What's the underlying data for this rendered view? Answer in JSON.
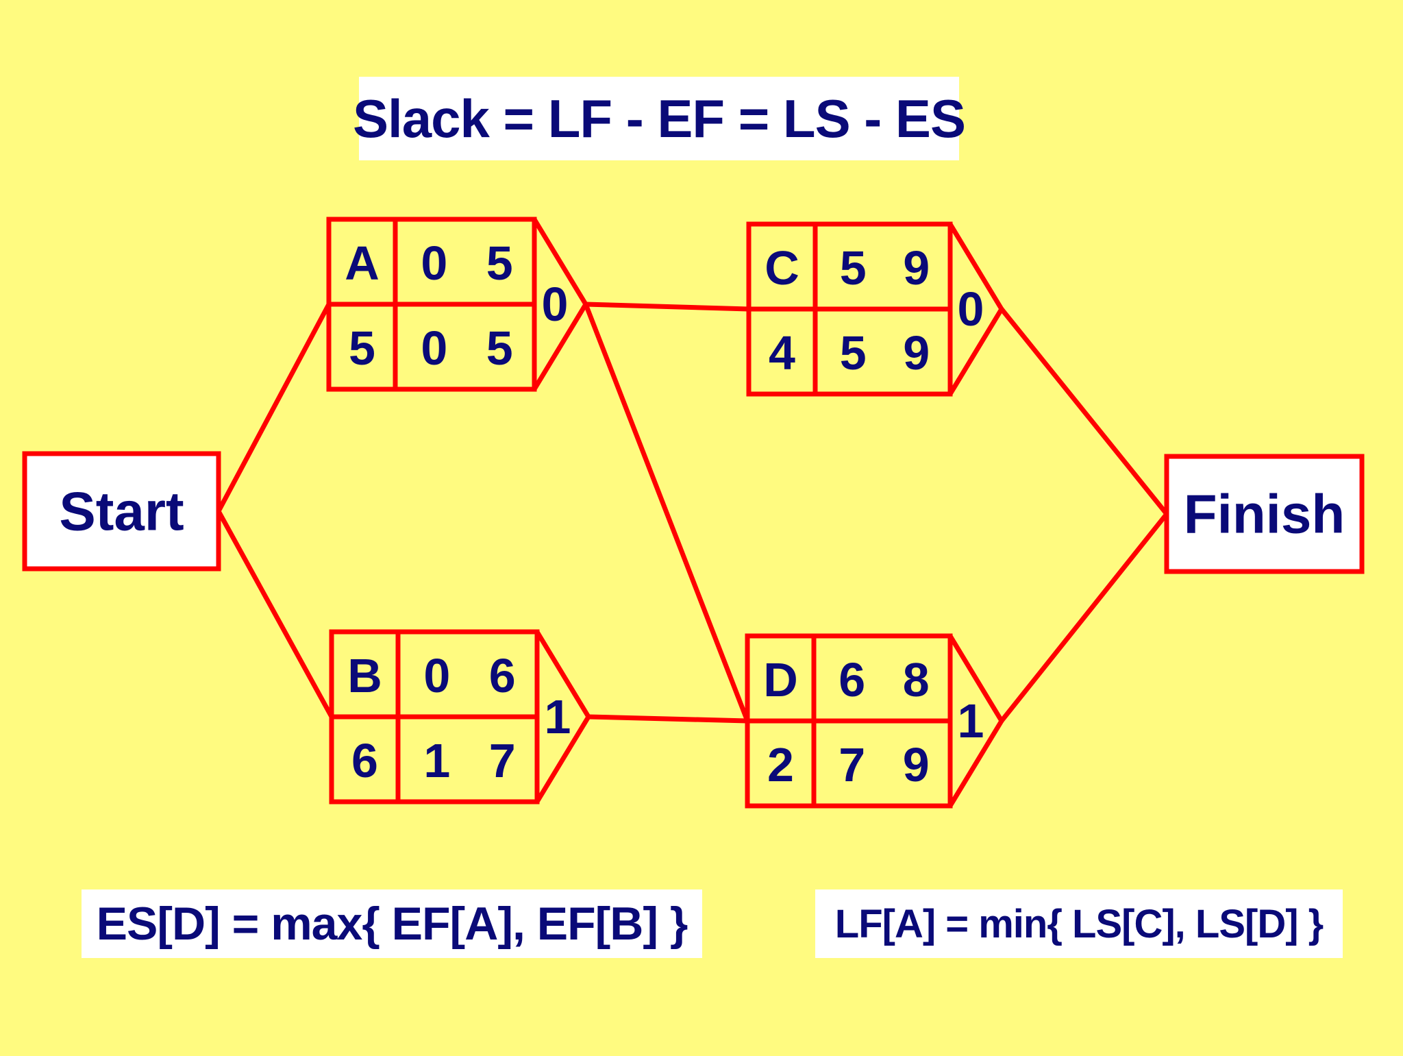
{
  "formulas": {
    "slack": "Slack = LF - EF = LS - ES",
    "es_d": "ES[D] = max{ EF[A], EF[B] }",
    "lf_a": "LF[A] = min{ LS[C], LS[D] }"
  },
  "start_label": "Start",
  "finish_label": "Finish",
  "activities": [
    {
      "id": "A",
      "es": "0",
      "ef": "5",
      "duration": "5",
      "ls": "0",
      "lf": "5",
      "slack": "0"
    },
    {
      "id": "B",
      "es": "0",
      "ef": "6",
      "duration": "6",
      "ls": "1",
      "lf": "7",
      "slack": "1"
    },
    {
      "id": "C",
      "es": "5",
      "ef": "9",
      "duration": "4",
      "ls": "5",
      "lf": "9",
      "slack": "0"
    },
    {
      "id": "D",
      "es": "6",
      "ef": "8",
      "duration": "2",
      "ls": "7",
      "lf": "9",
      "slack": "1"
    }
  ],
  "edges": [
    [
      "Start",
      "A"
    ],
    [
      "Start",
      "B"
    ],
    [
      "A",
      "C"
    ],
    [
      "A",
      "D"
    ],
    [
      "B",
      "D"
    ],
    [
      "C",
      "Finish"
    ],
    [
      "D",
      "Finish"
    ]
  ],
  "colors": {
    "background": "#FFFB80",
    "line": "#FF0000",
    "text": "#0A0A78",
    "box_fill": "#FFFFFF"
  }
}
